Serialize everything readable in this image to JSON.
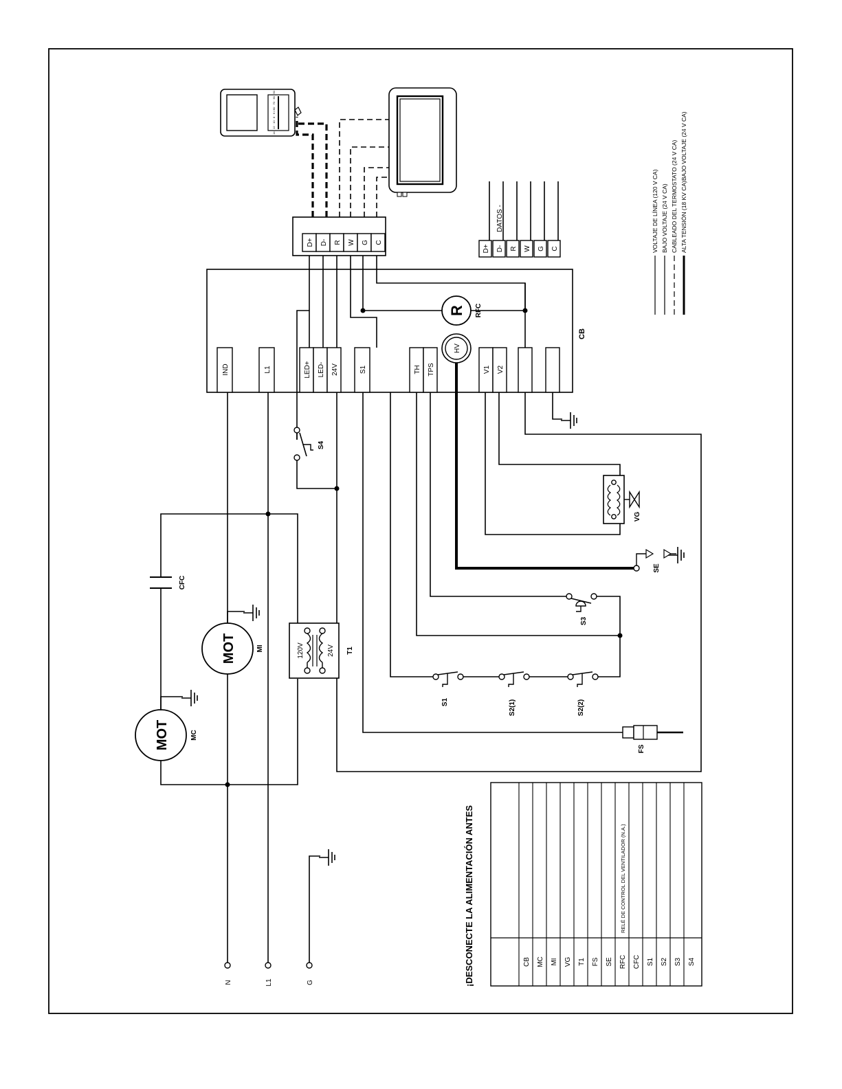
{
  "title": "¡DESCONECTE LA ALIMENTACIÓN ANTES",
  "line_terminals": [
    "N",
    "L1",
    "G"
  ],
  "cb": {
    "label": "CB",
    "terminals": [
      "IND",
      "L1",
      "LED+",
      "LED-",
      "24V",
      "S1",
      "TH",
      "TPS",
      "HV",
      "V1",
      "V2"
    ]
  },
  "relay": {
    "symbol": "R",
    "label": "RFC"
  },
  "components": {
    "mot_mc": "MOT",
    "mc": "MC",
    "mot_mi": "MOT",
    "mi": "MI",
    "cfc": "CFC",
    "t1": "T1",
    "t1_primary": "120V",
    "t1_secondary": "24V",
    "vg": "VG",
    "se": "SE",
    "fs": "FS",
    "s1": "S1",
    "s2_1": "S2(1)",
    "s2_2": "S2(2)",
    "s3": "S3",
    "s4": "S4"
  },
  "thermostat_block": [
    "D+",
    "D-",
    "R",
    "W",
    "G",
    "C"
  ],
  "right_block": {
    "terminals": [
      "D+",
      "D-",
      "R",
      "W",
      "G",
      "C"
    ],
    "datos_label": "DATOS -"
  },
  "thermostat_scale": "14 · 12 · 10 · 8 · 6 / 80 · 70 · 60 · 50",
  "legend": [
    "VOLTAJE DE LÍNEA (120 V CA)",
    "BAJO VOLTAJE (24 V CA)",
    "CABLEADO DEL TERMOSTATO (24 V CA)",
    "ALTA TENSIÓN (18 KV CA)BAJO VOLTAJE (24 V CA)"
  ],
  "key_table": [
    {
      "code": "CB",
      "desc": ""
    },
    {
      "code": "MC",
      "desc": ""
    },
    {
      "code": "MI",
      "desc": ""
    },
    {
      "code": "VG",
      "desc": ""
    },
    {
      "code": "T1",
      "desc": ""
    },
    {
      "code": "FS",
      "desc": ""
    },
    {
      "code": "SE",
      "desc": ""
    },
    {
      "code": "RFC",
      "desc": "RELÉ DE CONTROL DEL VENTILADOR (N.A.)"
    },
    {
      "code": "CFC",
      "desc": ""
    },
    {
      "code": "S1",
      "desc": ""
    },
    {
      "code": "S2",
      "desc": ""
    },
    {
      "code": "S3",
      "desc": ""
    },
    {
      "code": "S4",
      "desc": ""
    }
  ]
}
